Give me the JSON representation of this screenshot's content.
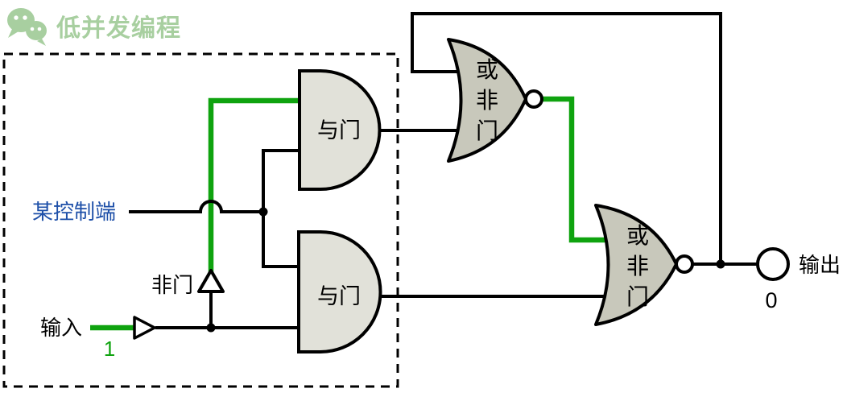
{
  "header": {
    "brand": "低并发编程"
  },
  "colors": {
    "brand_green": "#a8cfa0",
    "signal_green": "#0fa30f",
    "label_blue": "#1d4fa8",
    "and_fill": "#e1e1d9",
    "nor_fill": "#c8c8bb",
    "line_black": "#000000"
  },
  "diagram": {
    "labels": {
      "control": "某控制端",
      "not_gate": "非门",
      "input": "输入",
      "input_value": "1",
      "output": "输出",
      "output_value": "0",
      "and_gate": "与门",
      "nor_chars": [
        "或",
        "非",
        "门"
      ]
    }
  }
}
